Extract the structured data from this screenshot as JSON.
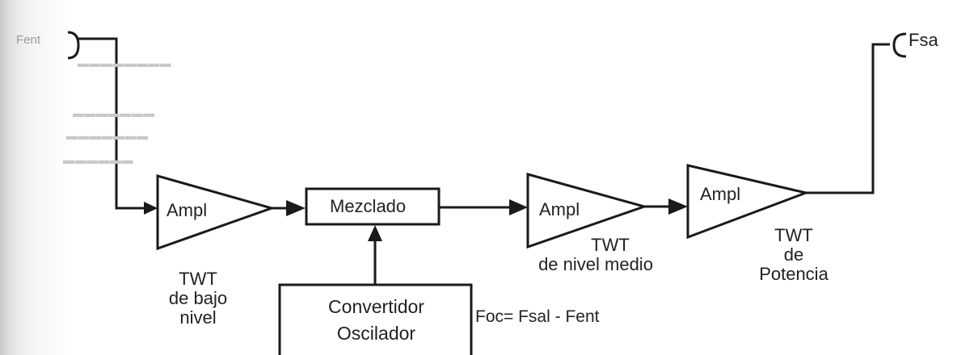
{
  "input": {
    "label": "Fent"
  },
  "output": {
    "label": "Fsa"
  },
  "amplifiers": [
    {
      "label": "Ampl",
      "caption": [
        "TWT",
        "de bajo",
        "nivel"
      ]
    },
    {
      "label": "Ampl",
      "caption": [
        "TWT",
        "de nivel medio"
      ]
    },
    {
      "label": "Ampl",
      "caption": [
        "TWT",
        "de",
        "Potencia"
      ]
    }
  ],
  "mixer": {
    "label": "Mezclado"
  },
  "oscillator": {
    "lines": [
      "Convertidor",
      "Oscilador"
    ]
  },
  "formula": {
    "text": "Foc= Fsal - Fent"
  },
  "colors": {
    "stroke": "#1a1a1a",
    "text": "#222222"
  }
}
